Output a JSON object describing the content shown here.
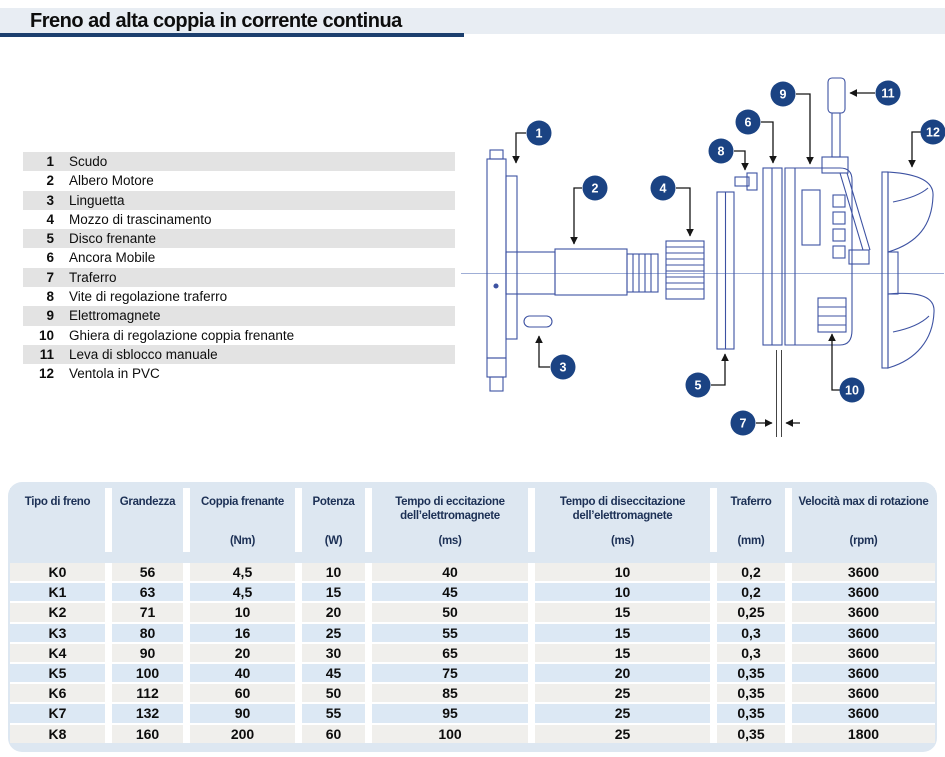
{
  "page": {
    "title": "Freno ad alta coppia in corrente continua"
  },
  "parts_list": {
    "items": [
      {
        "num": "1",
        "label": "Scudo"
      },
      {
        "num": "2",
        "label": "Albero Motore"
      },
      {
        "num": "3",
        "label": "Linguetta"
      },
      {
        "num": "4",
        "label": "Mozzo di trascinamento"
      },
      {
        "num": "5",
        "label": "Disco frenante"
      },
      {
        "num": "6",
        "label": "Ancora Mobile"
      },
      {
        "num": "7",
        "label": "Traferro"
      },
      {
        "num": "8",
        "label": "Vite di regolazione traferro"
      },
      {
        "num": "9",
        "label": "Elettromagnete"
      },
      {
        "num": "10",
        "label": "Ghiera di regolazione coppia frenante"
      },
      {
        "num": "11",
        "label": "Leva di sblocco manuale"
      },
      {
        "num": "12",
        "label": "Ventola in PVC"
      }
    ]
  },
  "diagram": {
    "callouts": [
      "1",
      "2",
      "3",
      "4",
      "5",
      "6",
      "7",
      "8",
      "9",
      "10",
      "11",
      "12"
    ]
  },
  "table": {
    "columns": [
      {
        "name": "Tipo di freno",
        "unit": ""
      },
      {
        "name": "Grandezza",
        "unit": ""
      },
      {
        "name": "Coppia frenante",
        "unit": "(Nm)"
      },
      {
        "name": "Potenza",
        "unit": "(W)"
      },
      {
        "name": "Tempo di eccitazione\ndell’elettromagnete",
        "unit": "(ms)"
      },
      {
        "name": "Tempo di diseccitazione\ndell’elettromagnete",
        "unit": "(ms)"
      },
      {
        "name": "Traferro",
        "unit": "(mm)"
      },
      {
        "name": "Velocità max di rotazione",
        "unit": "(rpm)"
      }
    ],
    "rows": [
      [
        "K0",
        "56",
        "4,5",
        "10",
        "40",
        "10",
        "0,2",
        "3600"
      ],
      [
        "K1",
        "63",
        "4,5",
        "15",
        "45",
        "10",
        "0,2",
        "3600"
      ],
      [
        "K2",
        "71",
        "10",
        "20",
        "50",
        "15",
        "0,25",
        "3600"
      ],
      [
        "K3",
        "80",
        "16",
        "25",
        "55",
        "15",
        "0,3",
        "3600"
      ],
      [
        "K4",
        "90",
        "20",
        "30",
        "65",
        "15",
        "0,3",
        "3600"
      ],
      [
        "K5",
        "100",
        "40",
        "45",
        "75",
        "20",
        "0,35",
        "3600"
      ],
      [
        "K6",
        "112",
        "60",
        "50",
        "85",
        "25",
        "0,35",
        "3600"
      ],
      [
        "K7",
        "132",
        "90",
        "55",
        "95",
        "25",
        "0,35",
        "3600"
      ],
      [
        "K8",
        "160",
        "200",
        "60",
        "100",
        "25",
        "0,35",
        "1800"
      ]
    ]
  },
  "colors": {
    "accent_navy": "#1c3f6e",
    "callout_navy": "#1b4383",
    "line_art_blue": "#3d52a2",
    "title_bar_bg": "#e8edf3",
    "table_bg": "#dde7f1",
    "row_gray": "#f0efec",
    "row_blue": "#dce8f4",
    "list_stripe": "#e3e3e3"
  }
}
